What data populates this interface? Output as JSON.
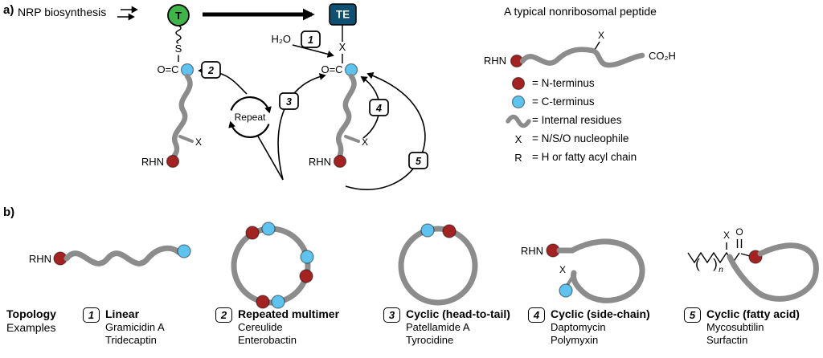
{
  "colors": {
    "n_terminus": "#a32222",
    "c_terminus": "#5ec3ee",
    "chain": "#8c8c8c",
    "t_domain": "#3fb549",
    "te_domain": "#0f4f72"
  },
  "panel_a": {
    "label": "a)",
    "title": "NRP biosynthesis",
    "t_domain_label": "T",
    "te_domain_label": "TE",
    "sulfur": "S",
    "carbonyl_left": "O=C",
    "carbonyl_right": "O=C",
    "water": "H₂O",
    "repeat_label": "Repeat",
    "rhn_left": "RHN",
    "rhn_right": "RHN",
    "x_left": "X",
    "x_right": "X",
    "x_te": "X",
    "step_1": "1",
    "step_2": "2",
    "step_3": "3",
    "step_4": "4",
    "step_5": "5"
  },
  "typical_peptide": {
    "title": "A typical nonribosomal peptide",
    "rhn": "RHN",
    "x": "X",
    "co2h": "CO₂H",
    "legend": [
      {
        "symbol": "red-circle",
        "text": "= N-terminus"
      },
      {
        "symbol": "blue-circle",
        "text": "= C-terminus"
      },
      {
        "symbol": "wavy-segment",
        "text": "= Internal residues"
      },
      {
        "symbol": "X",
        "text": "= N/S/O nucleophile"
      },
      {
        "symbol": "R",
        "text": "= H or fatty acyl chain"
      }
    ]
  },
  "panel_b": {
    "label": "b)",
    "col_header_top": "Topology",
    "col_header_bottom": "Examples",
    "rhn_linear": "RHN",
    "rhn_sidechain": "RHN",
    "x_sidechain": "X",
    "x_fatty": "X",
    "o_fatty": "O",
    "paren_open": "(",
    "paren_close": ")",
    "n_subscript": "n",
    "entries": [
      {
        "num": "1",
        "name": "Linear",
        "examples": [
          "Gramicidin A",
          "Tridecaptin"
        ]
      },
      {
        "num": "2",
        "name": "Repeated multimer",
        "examples": [
          "Cereulide",
          "Enterobactin"
        ]
      },
      {
        "num": "3",
        "name": "Cyclic (head-to-tail)",
        "examples": [
          "Patellamide A",
          "Tyrocidine"
        ]
      },
      {
        "num": "4",
        "name": "Cyclic (side-chain)",
        "examples": [
          "Daptomycin",
          "Polymyxin"
        ]
      },
      {
        "num": "5",
        "name": "Cyclic (fatty acid)",
        "examples": [
          "Mycosubtilin",
          "Surfactin"
        ]
      }
    ]
  }
}
